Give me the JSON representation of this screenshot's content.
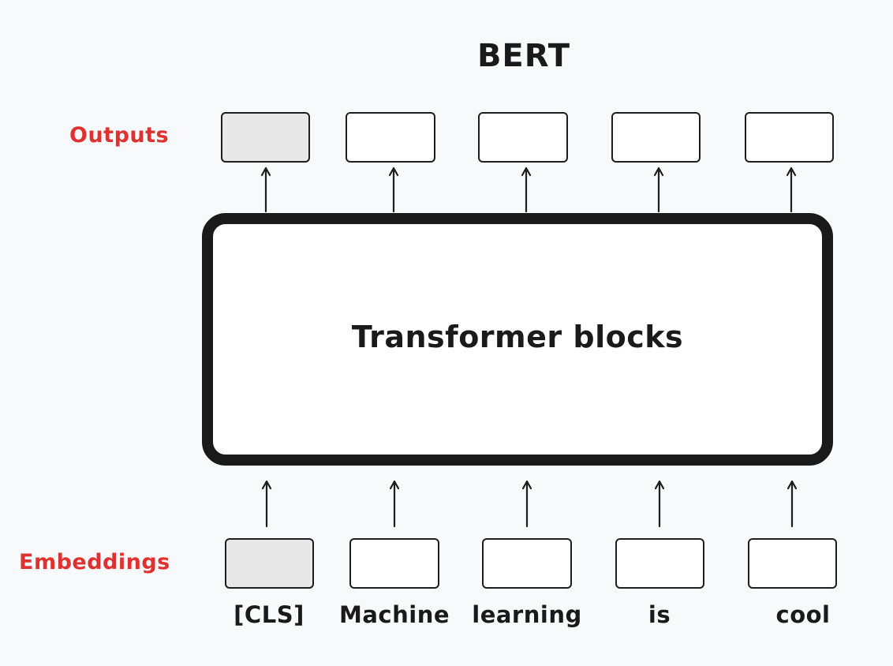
{
  "title": "BERT",
  "outputs_label": "Outputs",
  "embeddings_label": "Embeddings",
  "transformer_label": "Transformer blocks",
  "tokens": [
    "[CLS]",
    "Machine",
    "learning",
    "is",
    "cool"
  ],
  "colors": {
    "label_accent": "#e03131",
    "stroke": "#1e1e1e",
    "highlight_fill": "#e8e8e8",
    "box_fill": "#ffffff"
  }
}
